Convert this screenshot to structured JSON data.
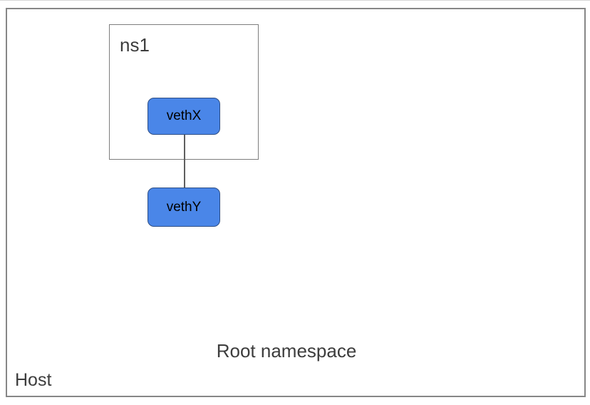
{
  "diagram": {
    "type": "network-namespace-diagram",
    "host": {
      "label": "Host"
    },
    "root_namespace": {
      "label": "Root namespace"
    },
    "namespaces": [
      {
        "id": "ns1",
        "label": "ns1"
      }
    ],
    "nodes": [
      {
        "id": "vethX",
        "label": "vethX",
        "parent": "ns1"
      },
      {
        "id": "vethY",
        "label": "vethY",
        "parent": "root-namespace"
      }
    ],
    "edges": [
      {
        "from": "vethX",
        "to": "vethY"
      }
    ],
    "colors": {
      "node_fill": "#4a86e8",
      "node_border": "#2d4e85",
      "container_border": "#7d7d7d",
      "host_border": "#868686",
      "connector": "#5f5f5f",
      "text": "#3d3d3d"
    }
  }
}
